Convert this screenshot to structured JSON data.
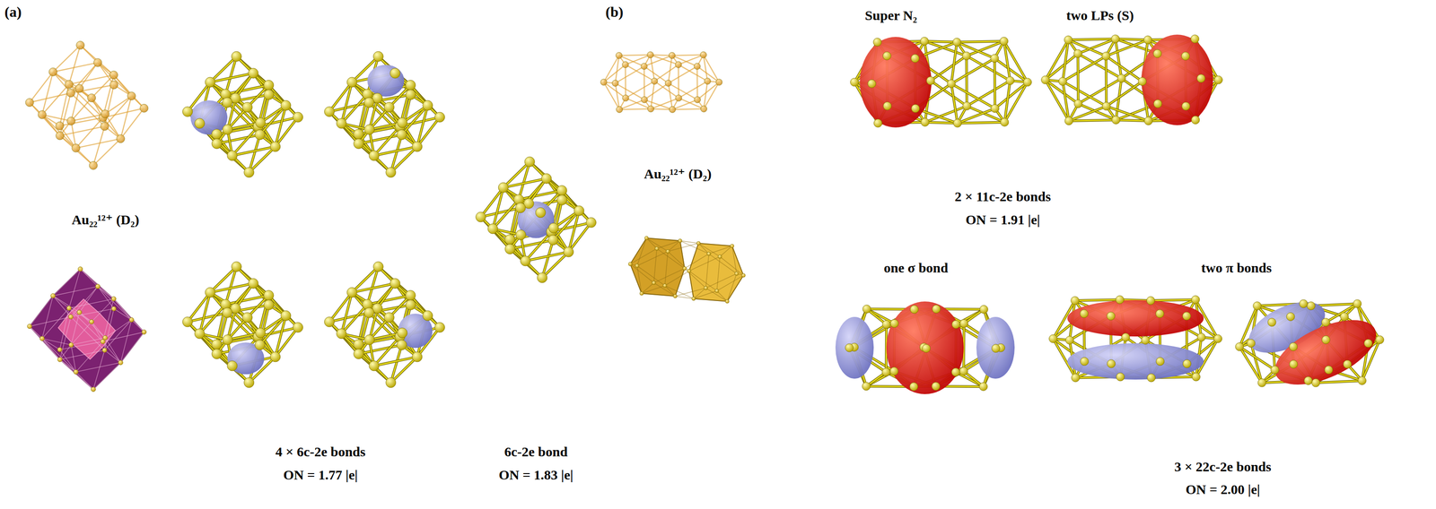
{
  "diagram": {
    "labels": [
      "(a)",
      "Au₂₂¹²⁺ (D₂)",
      "4 × 6c-2e bonds",
      "ON = 1.77 |e|",
      "6c-2e bond",
      "ON = 1.83 |e|",
      "(b)",
      "Au₂₂¹²⁺ (D₂)",
      "Super N₂",
      "two LPs (S)",
      "2 × 11c-2e bonds",
      "ON = 1.91 |e|",
      "one σ bond",
      "two π bonds",
      "3 × 22c-2e bonds",
      "ON = 2.00 |e|"
    ]
  }
}
